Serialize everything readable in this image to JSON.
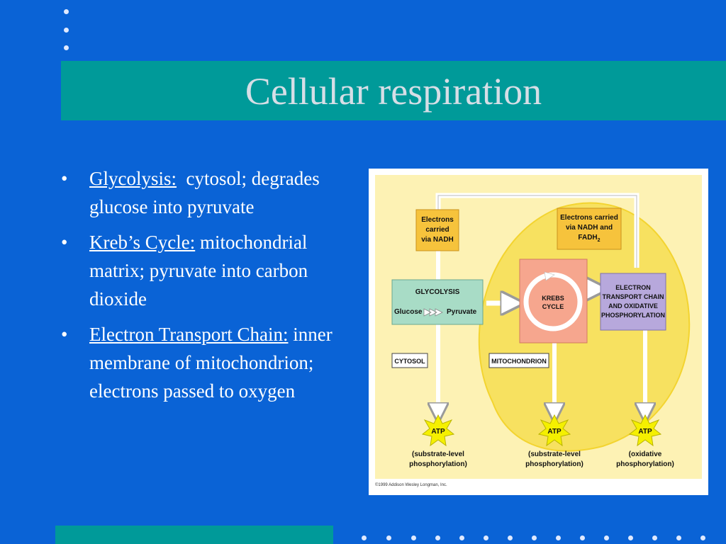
{
  "slide": {
    "title": "Cellular respiration",
    "bullets": [
      {
        "term": "Glycolysis:",
        "text": "cytosol; degrades glucose into pyruvate"
      },
      {
        "term": "Kreb’s Cycle:",
        "text": "mitochondrial matrix; pyruvate into carbon dioxide"
      },
      {
        "term": "Electron Transport Chain:",
        "text": "inner membrane of mitochondrion; electrons passed to oxygen"
      }
    ]
  },
  "diagram": {
    "electrons_nadh": [
      "Electrons",
      "carried",
      "via NADH"
    ],
    "electrons_fadh": [
      "Electrons carried",
      "via NADH and",
      "FADH"
    ],
    "fadh_subscript": "2",
    "glycolysis": {
      "title": "Glycolysis",
      "glucose": "Glucose",
      "pyruvate": "Pyruvate"
    },
    "krebs": [
      "Krebs",
      "cycle"
    ],
    "etc": [
      "Electron",
      "transport chain",
      "and oxidative",
      "phosphorylation"
    ],
    "cytosol": "Cytosol",
    "mitochondrion": "Mitochondrion",
    "atp": "ATP",
    "atp_notes": [
      [
        "(substrate-level",
        "phosphorylation)"
      ],
      [
        "(substrate-level",
        "phosphorylation)"
      ],
      [
        "(oxidative",
        "phosphorylation)"
      ]
    ],
    "copyright": "©1999 Addison Wesley Longman, Inc."
  },
  "colors": {
    "background": "#0a63d6",
    "accent_bar": "#009a99",
    "title_text": "#d6dee6",
    "panel": "#fdf2b4",
    "mitochondrion": "#f7e160",
    "label_box": "#f6c33c",
    "glycolysis_box": "#a8dcc6",
    "krebs_box": "#f6a68e",
    "etc_box": "#b7a8dc",
    "atp_star": "#f5f000"
  }
}
